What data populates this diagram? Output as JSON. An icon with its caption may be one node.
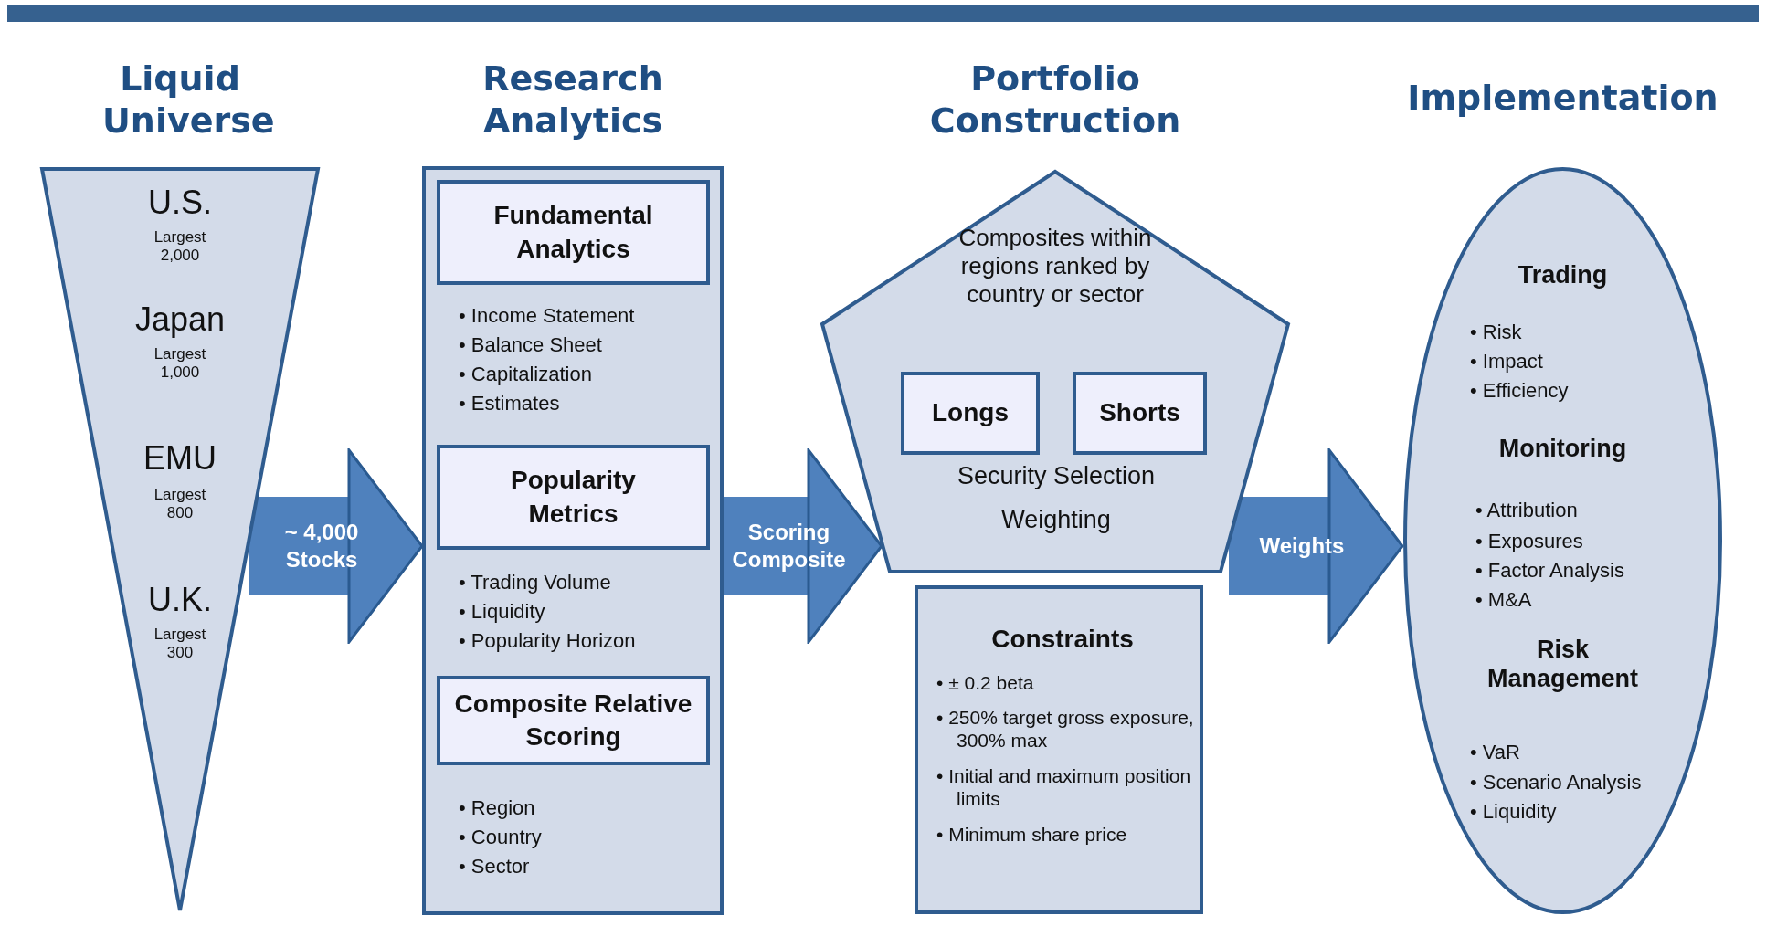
{
  "diagram": {
    "nodes": [
      {
        "text": [
          "Liquid Universe",
          "U.S.",
          "Largest 2,000",
          "Japan",
          "Largest 1,000",
          "EMU",
          "Largest 800",
          "U.K.",
          "Largest 300"
        ]
      },
      {
        "text": [
          "Research Analytics"
        ]
      },
      {
        "text": [
          "Fundamental Analytics"
        ],
        "in": 1,
        "beside": [
          "• Income Statement",
          "• Balance Sheet",
          "• Capitalization",
          "• Estimates"
        ]
      },
      {
        "text": [
          "Popularity Metrics"
        ],
        "in": 1,
        "beside": [
          "• Trading Volume",
          "• Liquidity",
          "• Popularity Horizon"
        ]
      },
      {
        "text": [
          "Composite Relative Scoring"
        ],
        "in": 1,
        "beside": [
          "• Region",
          "• Country",
          "• Sector"
        ]
      },
      {
        "text": [
          "Portfolio Construction",
          "Composites within regions ranked by country or sector",
          "Security Selection",
          "Weighting"
        ]
      },
      {
        "text": [
          "Longs"
        ],
        "in": 5
      },
      {
        "text": [
          "Shorts"
        ],
        "in": 5
      },
      {
        "text": [
          "Constraints",
          "• ± 0.2 beta",
          "• 250% target gross exposure, 300% max",
          "• Initial and maximum position limits",
          "• Minimum share price"
        ]
      },
      {
        "text": [
          "Implementation",
          "Trading",
          "• Risk",
          "• Impact",
          "• Efficiency",
          "Monitoring",
          "• Attribution",
          "• Exposures",
          "• Factor Analysis",
          "• M&A",
          "Risk Management",
          "• VaR",
          "• Scenario Analysis",
          "• Liquidity"
        ]
      }
    ],
    "edges": [
      {
        "from": 0,
        "to": 1,
        "arrow": "to",
        "label": "~ 4,000 Stocks"
      },
      {
        "from": 1,
        "to": 5,
        "arrow": "to",
        "label": "Scoring Composite"
      },
      {
        "from": 5,
        "to": 9,
        "arrow": "to",
        "label": "Weights"
      }
    ]
  }
}
